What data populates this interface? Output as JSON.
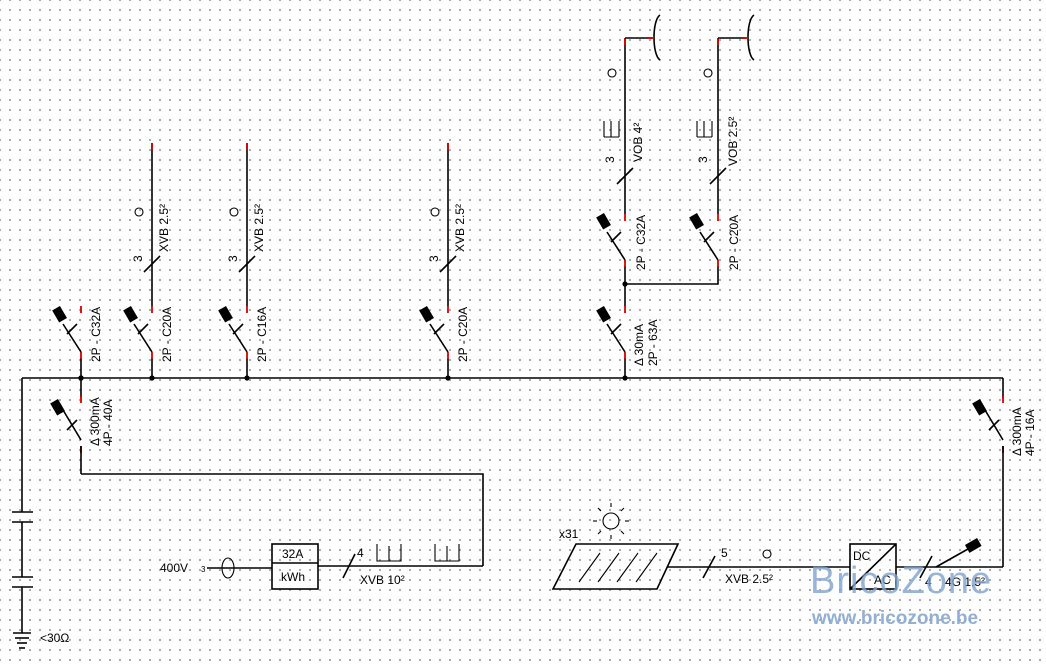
{
  "breakers": {
    "main": {
      "rating": "4P - 40A",
      "sensitivity": "Δ 300mA"
    },
    "b1": {
      "rating": "2P - C32A"
    },
    "b2": {
      "rating": "2P - C20A"
    },
    "b3": {
      "rating": "2P - C16A"
    },
    "b4": {
      "rating": "2P - C20A"
    },
    "rcd2": {
      "rating": "2P - 63A",
      "sensitivity": "Δ 30mA"
    },
    "b5": {
      "rating": "2P - C32A"
    },
    "b6": {
      "rating": "2P - C20A"
    },
    "pv": {
      "rating": "4P - 16A",
      "sensitivity": "Δ 300mA"
    }
  },
  "circuits": {
    "c1": {
      "cable": "XVB 2.5²",
      "conductors": "3"
    },
    "c2": {
      "cable": "XVB 2.5²",
      "conductors": "3"
    },
    "c3": {
      "cable": "XVB 2.5²",
      "conductors": "3"
    },
    "c4": {
      "cable": "VOB 4²",
      "conductors": "3"
    },
    "c5": {
      "cable": "VOB 2.5²",
      "conductors": "3"
    }
  },
  "supply": {
    "voltage": "400V",
    "phase_mark": "3",
    "meter_rating": "32A",
    "meter_unit": "kWh",
    "cable": "XVB 10²",
    "conductors": "4"
  },
  "earth": {
    "resistance": "<30Ω"
  },
  "pv": {
    "panel_count": "x31",
    "cable": "XVB 2.5²",
    "conductors": "5",
    "inverter_in": "DC",
    "inverter_out": "AC",
    "inverter_cable": "4G 1.5²",
    "inverter_conductors": "4"
  },
  "watermark": {
    "name": "BricoZone",
    "url": "www.bricozone.be"
  }
}
